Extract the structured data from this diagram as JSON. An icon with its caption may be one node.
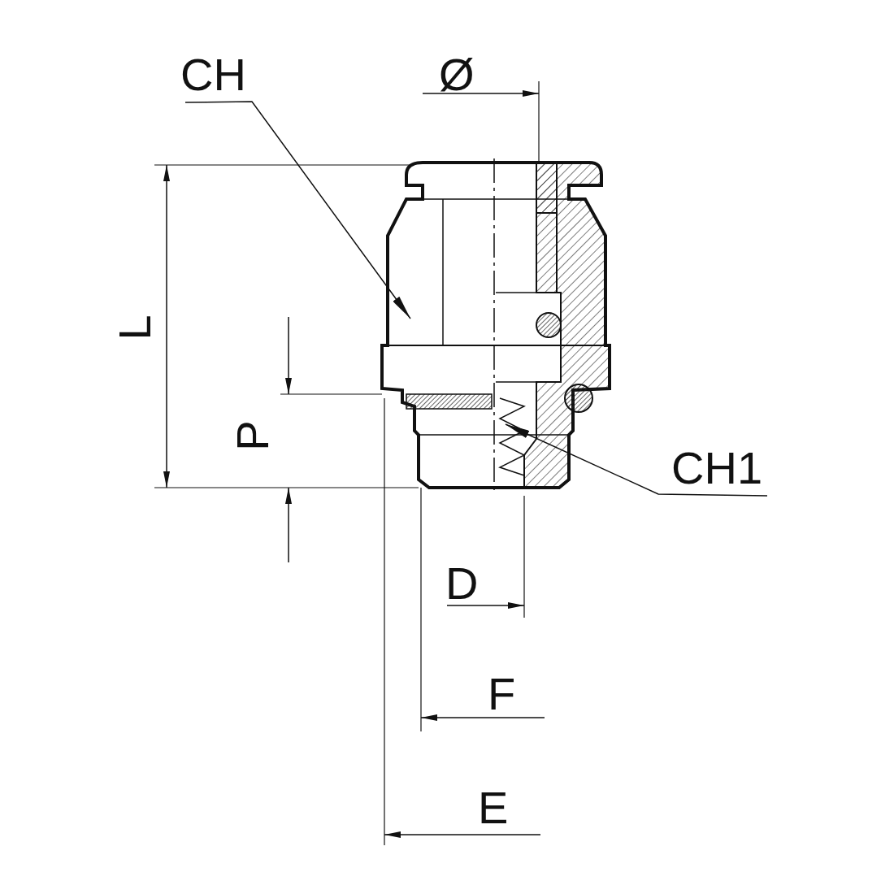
{
  "diagram": {
    "nodes": [
      {
        "text": [
          "CH"
        ]
      },
      {
        "text": [
          "CH1"
        ]
      }
    ],
    "edges": [
      {
        "from": 0,
        "to": null,
        "arrow": "to"
      },
      {
        "from": 1,
        "to": null,
        "arrow": "to"
      }
    ],
    "labels": [
      "Ø",
      "L",
      "P",
      "D",
      "F",
      "E"
    ]
  }
}
